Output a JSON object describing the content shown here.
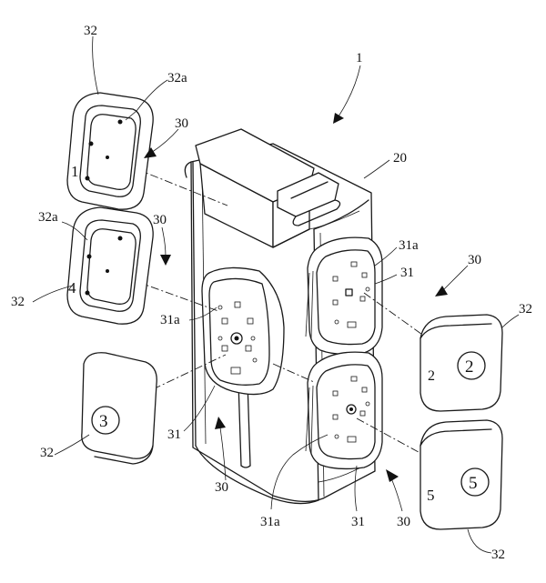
{
  "figure": {
    "labels": {
      "device": "1",
      "housing": "20",
      "socket_unit": "30",
      "socket_face": "31",
      "socket_face_mark": "31a",
      "cover": "32",
      "cover_mark": "32a"
    },
    "cover_numbers": [
      "1",
      "2",
      "3",
      "4",
      "5"
    ]
  }
}
